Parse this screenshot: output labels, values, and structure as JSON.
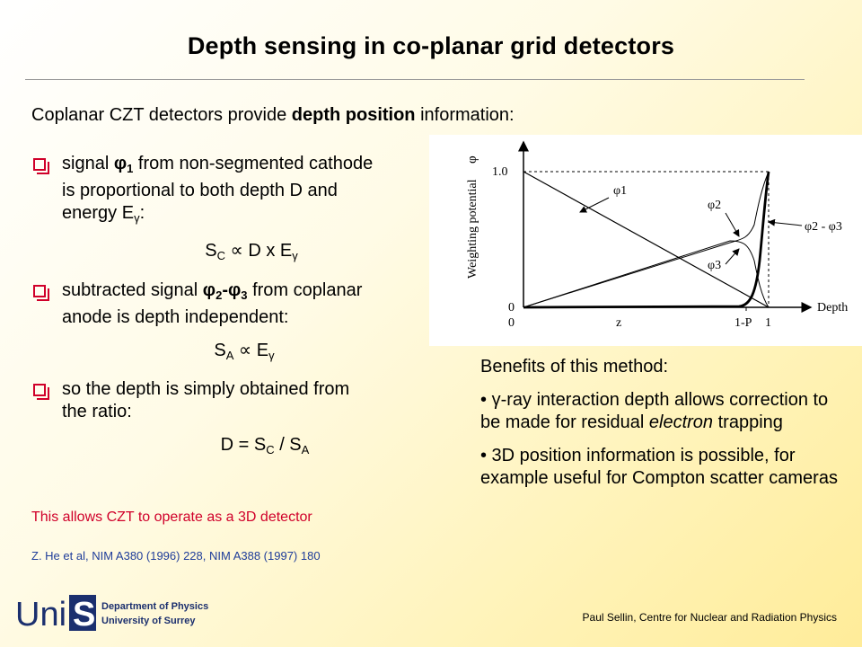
{
  "title": "Depth sensing in co-planar grid detectors",
  "intro": {
    "pre": "Coplanar CZT detectors provide ",
    "bold": "depth position",
    "post": " information:"
  },
  "bullets": [
    {
      "l1a": "signal ",
      "sym": "φ",
      "sub": "1",
      "l1b": " from non-segmented cathode",
      "l2": "is proportional to both depth D and",
      "l3a": "energy E",
      "l3sub": "γ",
      "l3b": ":"
    },
    {
      "l1a": "subtracted signal ",
      "sym": "φ",
      "sub": "2",
      "mid": "-",
      "sym2": "φ",
      "sub2": "3",
      "l1b": " from coplanar",
      "l2": "anode is depth independent:"
    },
    {
      "l1": "so the depth is simply obtained from",
      "l2": "the ratio:"
    }
  ],
  "equations": {
    "sc": {
      "a": "S",
      "asub": "C",
      "b": " ∝ D x E",
      "bsub": "γ"
    },
    "sa": {
      "a": "S",
      "asub": "A",
      "b": " ∝ E",
      "bsub": "γ"
    },
    "d": {
      "a": "D = S",
      "asub": "C",
      "b": " / S",
      "bsub": "A"
    }
  },
  "red_note": "This allows CZT to operate as a 3D detector",
  "reference": "Z. He et al, NIM A380 (1996) 228, NIM A388 (1997) 180",
  "benefits": {
    "heading": "Benefits of this method:",
    "b1": {
      "pre": "• ",
      "sym": "γ",
      "text": "-ray interaction depth allows correction to be made for residual ",
      "em": "electron",
      "post": " trapping"
    },
    "b2": "• 3D position information is possible, for example useful for Compton scatter cameras"
  },
  "plot": {
    "ylabel": "Weighting potential",
    "ysym": "φ",
    "xlabel": "Depth",
    "yticks": [
      "1.0",
      "0"
    ],
    "xticks": [
      "0",
      "z",
      "1-P",
      "1"
    ],
    "curve_labels": [
      "φ1",
      "φ2",
      "φ3",
      "φ2 - φ3"
    ]
  },
  "logo": {
    "text": "Uni",
    "letter": "S",
    "line1": "Department of Physics",
    "line2": "University of Surrey"
  },
  "footer": "Paul Sellin, Centre for Nuclear and Radiation Physics",
  "colors": {
    "accent_red": "#d0002a",
    "reference_blue": "#1f3d9a",
    "logo_blue": "#1b2f6e"
  }
}
